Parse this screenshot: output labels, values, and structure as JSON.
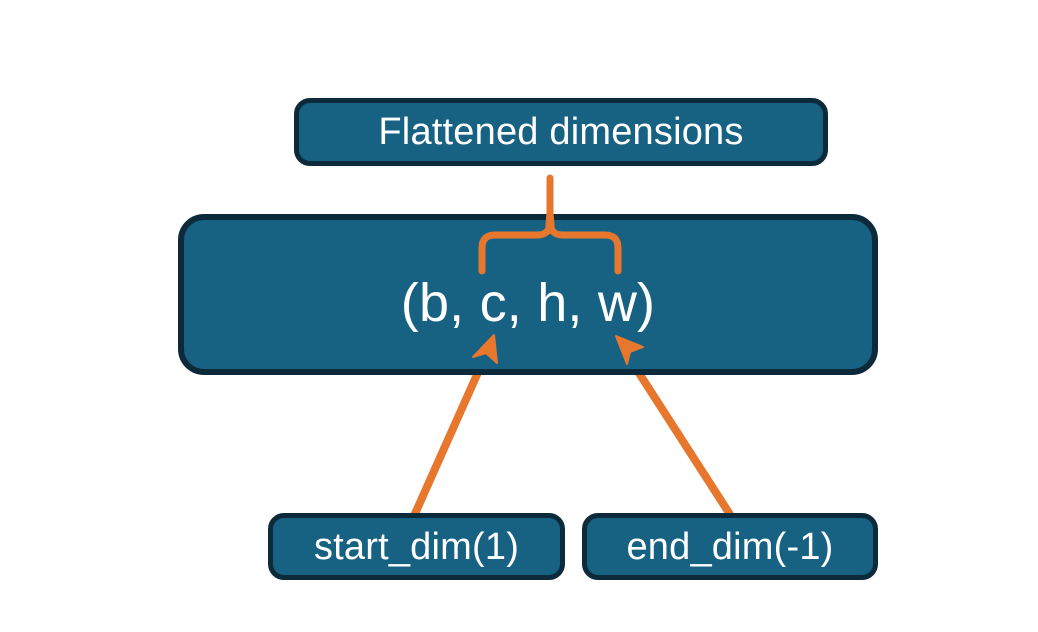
{
  "diagram": {
    "title": "PyTorch flatten dimensions diagram",
    "background_color": "#ffffff",
    "node_fill_color": "#176183",
    "node_border_color": "#0d2a3a",
    "accent_color": "#e8772e",
    "text_color": "#ffffff",
    "nodes": {
      "flattened": {
        "label": "Flattened dimensions"
      },
      "shape": {
        "label": "(b, c, h, w)"
      },
      "start_dim": {
        "label": "start_dim(1)"
      },
      "end_dim": {
        "label": "end_dim(-1)"
      }
    },
    "connectors": {
      "brace": {
        "name": "curly-brace",
        "color": "#e8772e",
        "spans_tokens": "c, h, w",
        "points_to": "Flattened dimensions"
      },
      "arrow_start_dim": {
        "name": "arrow-start-dim-to-c",
        "color": "#e8772e",
        "from": "start_dim(1)",
        "to": "c"
      },
      "arrow_end_dim": {
        "name": "arrow-end-dim-to-w",
        "color": "#e8772e",
        "from": "end_dim(-1)",
        "to": "w"
      }
    }
  }
}
